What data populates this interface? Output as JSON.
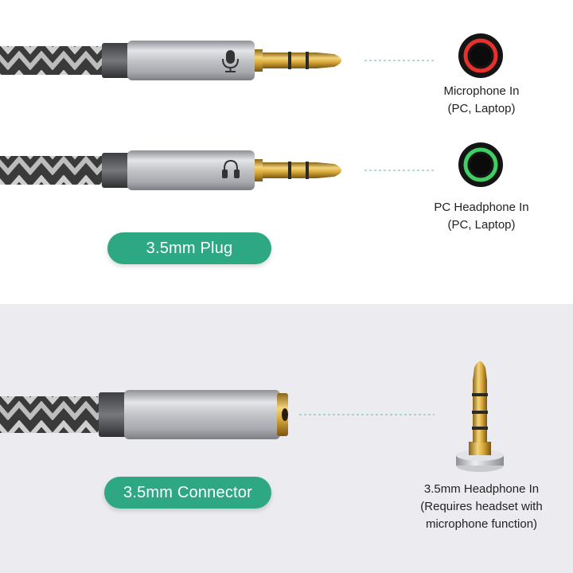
{
  "plugs": {
    "badge_label": "3.5mm Plug",
    "microphone": {
      "line1": "Microphone In",
      "line2": "(PC, Laptop)",
      "port_color": "#e5322d",
      "icon": "microphone-icon"
    },
    "headphone": {
      "line1": "PC Headphone In",
      "line2": "(PC, Laptop)",
      "port_color": "#3fcf62",
      "icon": "headphone-icon"
    }
  },
  "connector": {
    "badge_label": "3.5mm Connector",
    "line1": "3.5mm Headphone In",
    "line2": "(Requires headset with",
    "line3": "microphone function)"
  },
  "colors": {
    "accent_green": "#2ea783",
    "bottom_background": "#ececf0",
    "gold": "#d9a93a"
  }
}
